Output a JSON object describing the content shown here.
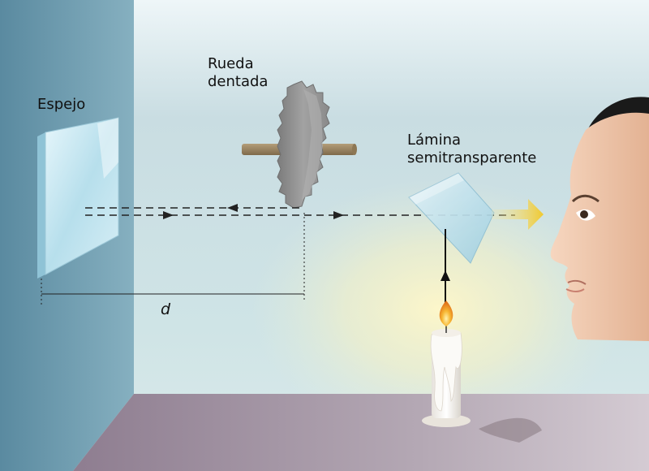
{
  "labels": {
    "espejo": "Espejo",
    "rueda_line1": "Rueda",
    "rueda_line2": "dentada",
    "lamina_line1": "Lámina",
    "lamina_line2": "semitransparente",
    "distance": "d"
  },
  "colors": {
    "wall_left": "#5f8fa3",
    "back_wall": "#cfe2e6",
    "floor": "#a89aa8",
    "gear": "#8c8c8c",
    "axle": "#9a8463",
    "mirror": "#bfe3ef",
    "flame": "#f5a623",
    "arrow_yellow": "#f2d04a",
    "skin": "#f1c9ae",
    "hair": "#1a1a1a"
  },
  "icons": {
    "mirror": "mirror-icon",
    "gear": "gear-icon",
    "plate": "semitransparent-plate-icon",
    "candle": "candle-icon",
    "observer": "face-icon"
  }
}
